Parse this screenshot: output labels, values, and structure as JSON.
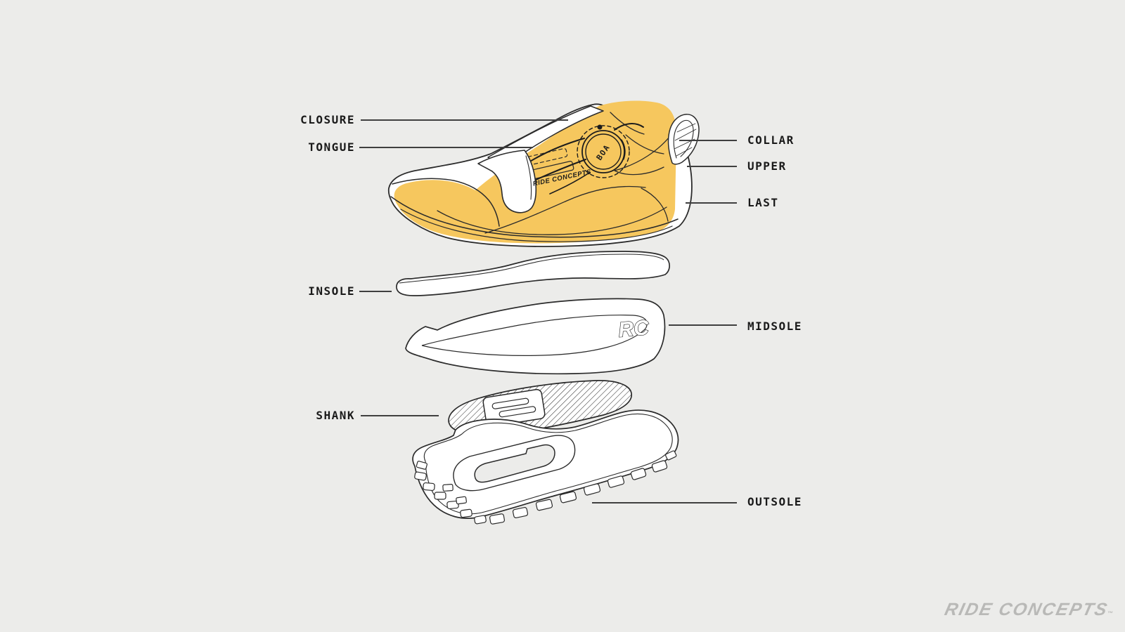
{
  "colors": {
    "background": "#ECECEA",
    "highlight_yellow": "#F6C75E",
    "line_art": "#2B2B2B",
    "label_text": "#1A1A1A",
    "leader_line": "#3F3F3F",
    "footer_logo_gray": "#B9B9B7"
  },
  "diagram": {
    "left_labels": {
      "closure": "CLOSURE",
      "tongue": "TONGUE",
      "insole": "INSOLE",
      "shank": "SHANK"
    },
    "right_labels": {
      "collar": "COLLAR",
      "upper": "UPPER",
      "last": "LAST",
      "midsole": "MIDSOLE",
      "outsole": "OUTSOLE"
    }
  },
  "shoe_annotations": {
    "dial_text": "BOA",
    "side_brand_text": "RIDE CONCEPTS",
    "midsole_monogram": "RC"
  },
  "footer": {
    "brand": "RIDE CONCEPTS",
    "trademark": "™"
  }
}
